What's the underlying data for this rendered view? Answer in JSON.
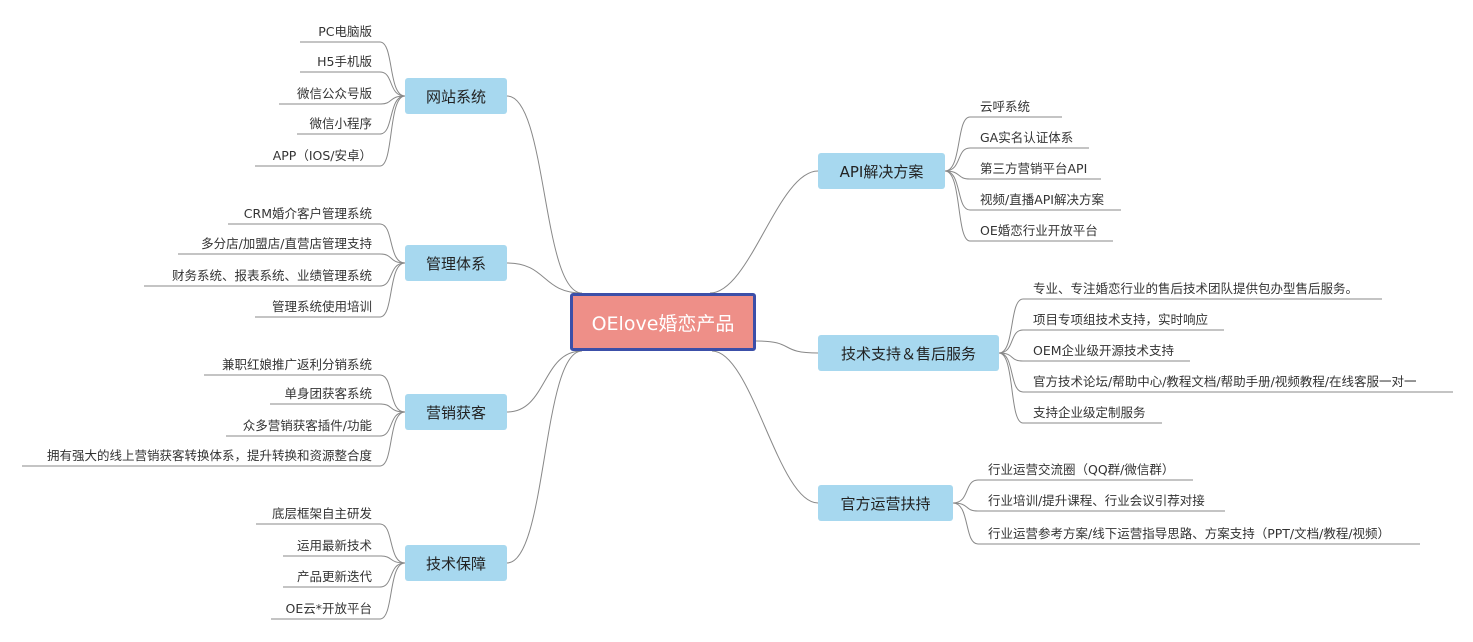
{
  "central": {
    "title": "OElove婚恋产品"
  },
  "left_branches": [
    {
      "title": "网站系统",
      "items": [
        "PC电脑版",
        "H5手机版",
        "微信公众号版",
        "微信小程序",
        "APP（IOS/安卓）"
      ]
    },
    {
      "title": "管理体系",
      "items": [
        "CRM婚介客户管理系统",
        "多分店/加盟店/直营店管理支持",
        "财务系统、报表系统、业绩管理系统",
        "管理系统使用培训"
      ]
    },
    {
      "title": "营销获客",
      "items": [
        "兼职红娘推广返利分销系统",
        "单身团获客系统",
        "众多营销获客插件/功能",
        "拥有强大的线上营销获客转换体系，提升转换和资源整合度"
      ]
    },
    {
      "title": "技术保障",
      "items": [
        "底层框架自主研发",
        "运用最新技术",
        "产品更新迭代",
        "OE云*开放平台"
      ]
    }
  ],
  "right_branches": [
    {
      "title": "API解决方案",
      "items": [
        "云呼系统",
        "GA实名认证体系",
        "第三方营销平台API",
        "视频/直播API解决方案",
        "OE婚恋行业开放平台"
      ]
    },
    {
      "title": "技术支持＆售后服务",
      "items": [
        "专业、专注婚恋行业的售后技术团队提供包办型售后服务。",
        "项目专项组技术支持，实时响应",
        "OEM企业级开源技术支持",
        "官方技术论坛/帮助中心/教程文档/帮助手册/视频教程/在线客服一对一",
        "支持企业级定制服务"
      ]
    },
    {
      "title": "官方运营扶持",
      "items": [
        "行业运营交流圈（QQ群/微信群）",
        "行业培训/提升课程、行业会议引荐对接",
        "行业运营参考方案/线下运营指导思路、方案支持（PPT/文档/教程/视频）"
      ]
    }
  ],
  "colors": {
    "central_fill": "#ee8f88",
    "central_border": "#3c4fa8",
    "branch_fill": "#a7d8ef",
    "line": "#888888"
  }
}
